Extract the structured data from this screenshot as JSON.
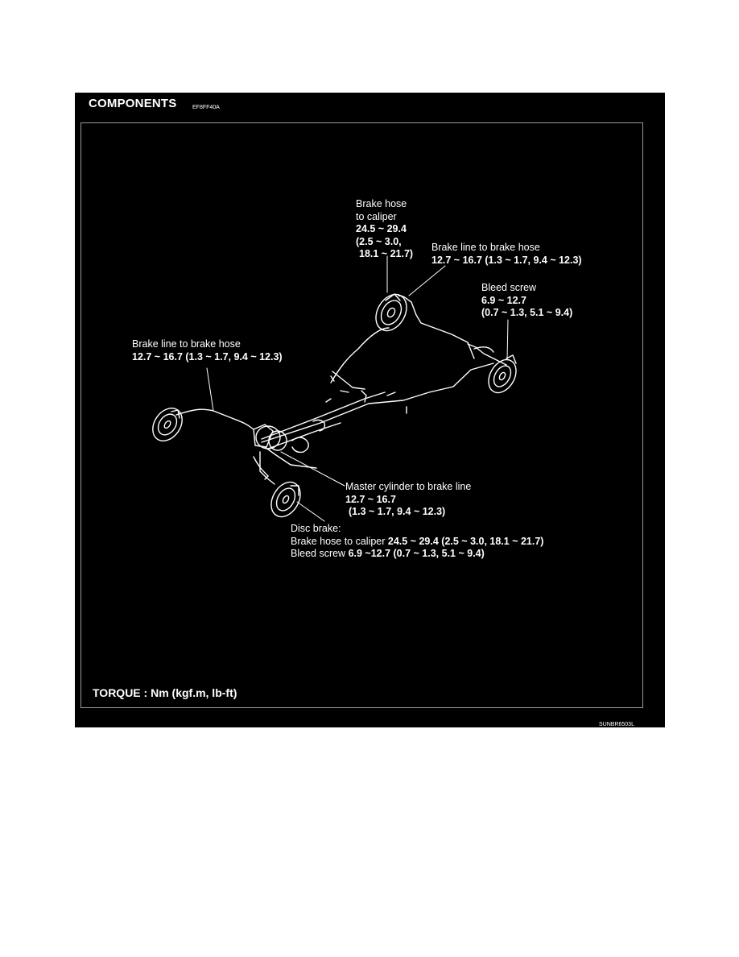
{
  "header": {
    "title": "COMPONENTS",
    "code": "EF8FF40A"
  },
  "callouts": {
    "rear_right_caliper": {
      "l1": "Brake hose",
      "l2": "to caliper",
      "l3": "24.5 ~ 29.4",
      "l4": "(2.5 ~ 3.0,",
      "l5": "18.1 ~ 21.7)"
    },
    "rear_right_hose": {
      "l1": "Brake line to brake hose",
      "l2": "12.7 ~ 16.7 (1.3 ~ 1.7, 9.4 ~ 12.3)"
    },
    "bleed_screw": {
      "l1": "Bleed screw",
      "l2": "6.9 ~ 12.7",
      "l3": "(0.7 ~ 1.3, 5.1 ~ 9.4)"
    },
    "left_hose": {
      "l1": "Brake line to brake hose",
      "l2": "12.7 ~ 16.7 (1.3 ~ 1.7, 9.4 ~ 12.3)"
    },
    "master_cylinder": {
      "l1": "Master cylinder to brake line",
      "l2": "12.7 ~ 16.7",
      "l3": "(1.3 ~ 1.7, 9.4 ~ 12.3)"
    },
    "disc_brake": {
      "l1": "Disc brake:",
      "l2a": "Brake hose to caliper ",
      "l2b": "24.5 ~ 29.4 (2.5 ~ 3.0, 18.1 ~ 21.7)",
      "l3a": "Bleed screw ",
      "l3b": "6.9 ~12.7 (0.7 ~ 1.3, 5.1 ~ 9.4)"
    }
  },
  "footer": {
    "torque": "TORQUE : Nm (kgf.m, lb-ft)",
    "ref": "SUNBR6503L"
  },
  "colors": {
    "background": "#000000",
    "line": "#ffffff",
    "frame": "#9a9a9a"
  }
}
